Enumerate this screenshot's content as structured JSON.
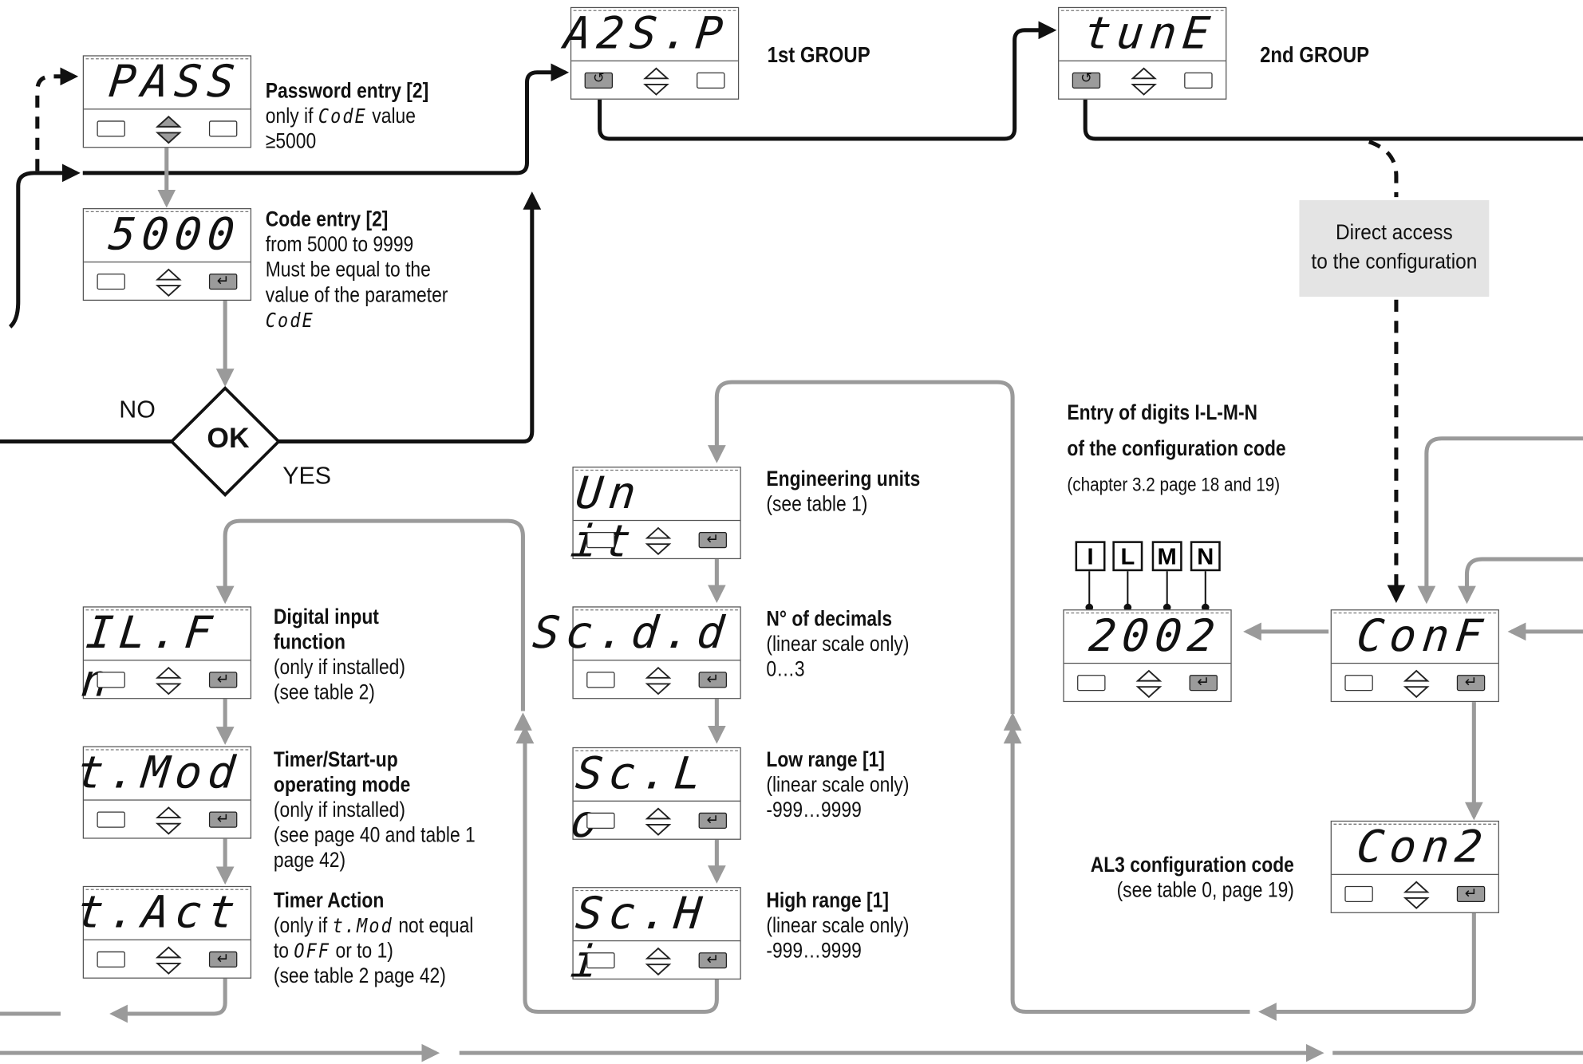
{
  "displays": {
    "pass": "PASS",
    "code": "5000",
    "asp": "A2S.P",
    "tune": "tunE",
    "unit": "Un it",
    "scdd": "Sc.d.d",
    "sclo": "Sc.L o",
    "schi": "Sc.H i",
    "ilfn": "IL.F n",
    "tmod": "t.Mod",
    "tact": "t.Act",
    "conf_code": "2002",
    "conf": "ConF",
    "con2": "Con2"
  },
  "labels": {
    "pass": {
      "title": "Password entry [2]",
      "l1a": "only if",
      "l1code": "CodE",
      "l1b": "value",
      "l2": "≥5000"
    },
    "code": {
      "title": "Code entry [2]",
      "l1": "from 5000 to 9999",
      "l2": "Must be equal to the",
      "l3": "value of the parameter",
      "l4code": "CodE"
    },
    "group1": "1st GROUP",
    "group2": "2nd GROUP",
    "direct": {
      "l1": "Direct access",
      "l2": "to the configuration"
    },
    "no": "NO",
    "ok": "OK",
    "yes": "YES",
    "unit": {
      "title": "Engineering units",
      "l1": "(see table 1)"
    },
    "scdd": {
      "title": "N° of  decimals",
      "l1": "(linear scale only)",
      "l2": "0…3"
    },
    "sclo": {
      "title": "Low range  [1]",
      "l1": "(linear scale only)",
      "l2": "-999…9999"
    },
    "schi": {
      "title": "High range [1]",
      "l1": "(linear scale only)",
      "l2": "-999…9999"
    },
    "ilfn": {
      "title1": "Digital input",
      "title2": "function",
      "l1": "(only if installed)",
      "l2": "(see table 2)"
    },
    "tmod": {
      "title1": "Timer/Start-up",
      "title2": "operating mode",
      "l1": "(only if installed)",
      "l2": "(see page 40 and table 1",
      "l3": "page 42)"
    },
    "tact": {
      "title": "Timer Action",
      "l1a": "(only if",
      "l1code": "t.Mod",
      "l1b": "not equal",
      "l2a": "to",
      "l2code": "OFF",
      "l2b": "or to 1)",
      "l3": "(see table 2 page 42)"
    },
    "entry": {
      "l1": "Entry of digits I-L-M-N",
      "l2": "of the configuration code",
      "l3": "(chapter 3.2 page 18 and 19)"
    },
    "ilmn": [
      "I",
      "L",
      "M",
      "N"
    ],
    "al3": {
      "title": "AL3 configuration code",
      "l1": "(see table 0, page 19)"
    }
  }
}
